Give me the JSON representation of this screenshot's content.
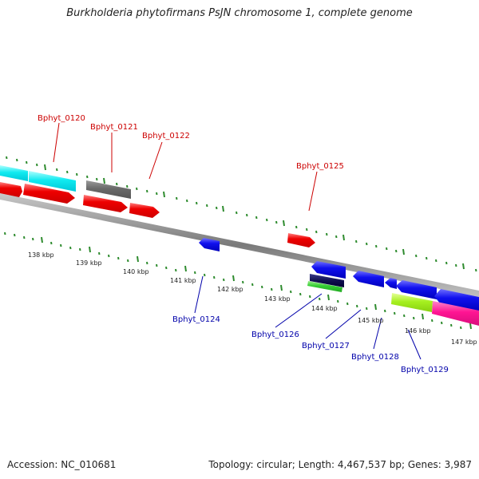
{
  "title": "Burkholderia phytofirmans PsJN chromosome 1, complete genome",
  "footer": {
    "accession": "Accession: NC_010681",
    "summary": "Topology: circular; Length: 4,467,537 bp; Genes: 3,987"
  },
  "colors": {
    "top_gene_label": "#cc0000",
    "bottom_gene_label": "#0000aa",
    "tick": "#2e8b2e",
    "backbone": "#808080"
  },
  "kbp_labels": [
    "138 kbp",
    "139 kbp",
    "140 kbp",
    "141 kbp",
    "142 kbp",
    "143 kbp",
    "144 kbp",
    "145 kbp",
    "146 kbp",
    "147 kbp"
  ],
  "gene_labels_top": [
    "Bphyt_0120",
    "Bphyt_0121",
    "Bphyt_0122",
    "Bphyt_0125"
  ],
  "gene_labels_bottom": [
    "Bphyt_0124",
    "Bphyt_0126",
    "Bphyt_0127",
    "Bphyt_0128",
    "Bphyt_0129"
  ]
}
